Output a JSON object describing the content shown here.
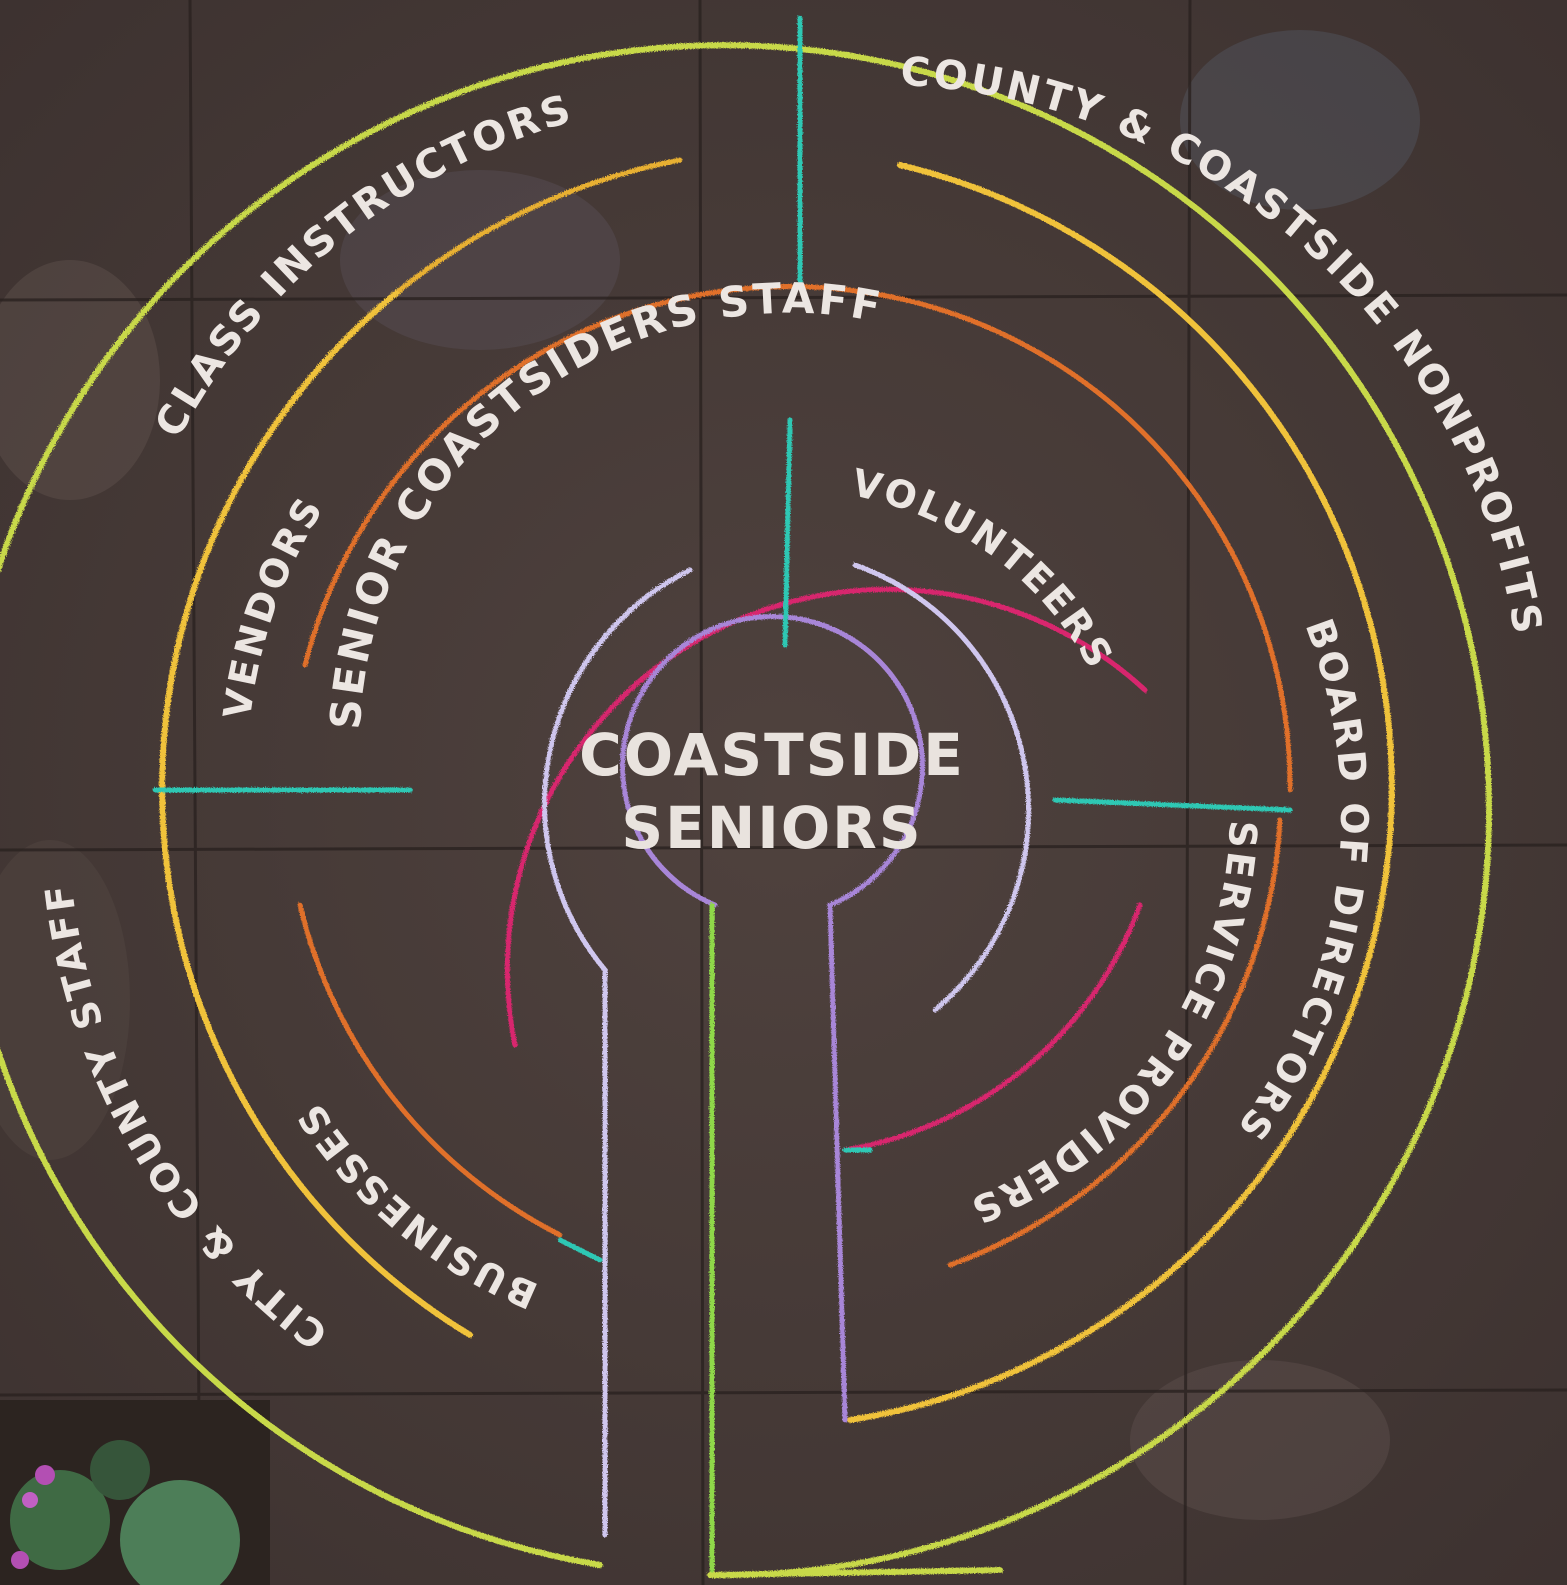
{
  "center": {
    "line1": "COASTSIDE",
    "line2": "SENIORS"
  },
  "rings": {
    "class_instructors": "CLASS INSTRUCTORS",
    "county_nonprofits": "COUNTY & COASTSIDE NONPROFITS",
    "board_of_directors": "BOARD OF DIRECTORS",
    "city_county_staff": "CITY & COUNTY STAFF",
    "vendors": "VENDORS",
    "senior_coastsiders_staff": "SENIOR COASTSIDERS STAFF",
    "volunteers": "VOLUNTEERS",
    "service_providers": "SERVICE PROVIDERS",
    "businesses": "BUSINESSES"
  },
  "colors": {
    "pavement": "#4a3d39",
    "outer_ring": "#c8d94a",
    "yellow_ring": "#f0c23a",
    "orange_ring": "#e0702a",
    "magenta_ring": "#d8286e",
    "light_ring": "#cfc6ee",
    "lavender_ring": "#a886d8",
    "teal_spoke": "#2fc8b4"
  }
}
